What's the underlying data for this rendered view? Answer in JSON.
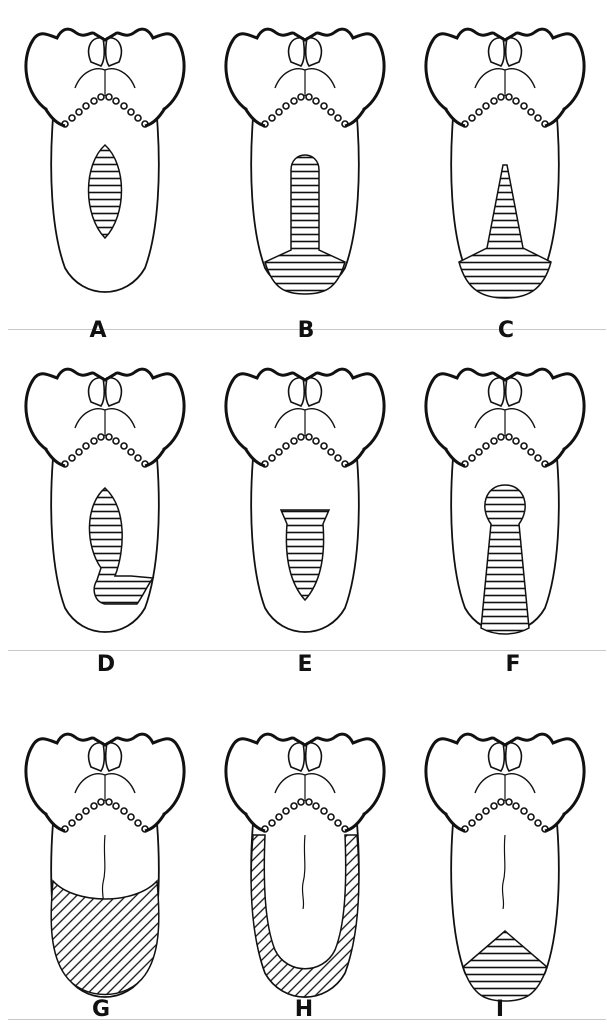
{
  "colors": {
    "ink": "#111111",
    "rule": "#c8c8c8",
    "background": "#ffffff"
  },
  "panels": [
    {
      "label": "A",
      "pattern": "central-lens"
    },
    {
      "label": "B",
      "pattern": "central-stem-with-tip-band"
    },
    {
      "label": "C",
      "pattern": "triangle-to-tip"
    },
    {
      "label": "D",
      "pattern": "central-lens-with-side-extension"
    },
    {
      "label": "E",
      "pattern": "central-spade"
    },
    {
      "label": "F",
      "pattern": "keyhole"
    },
    {
      "label": "G",
      "pattern": "tip-crescent-hatched"
    },
    {
      "label": "H",
      "pattern": "margins-hatched"
    },
    {
      "label": "I",
      "pattern": "tip-triangle"
    }
  ]
}
